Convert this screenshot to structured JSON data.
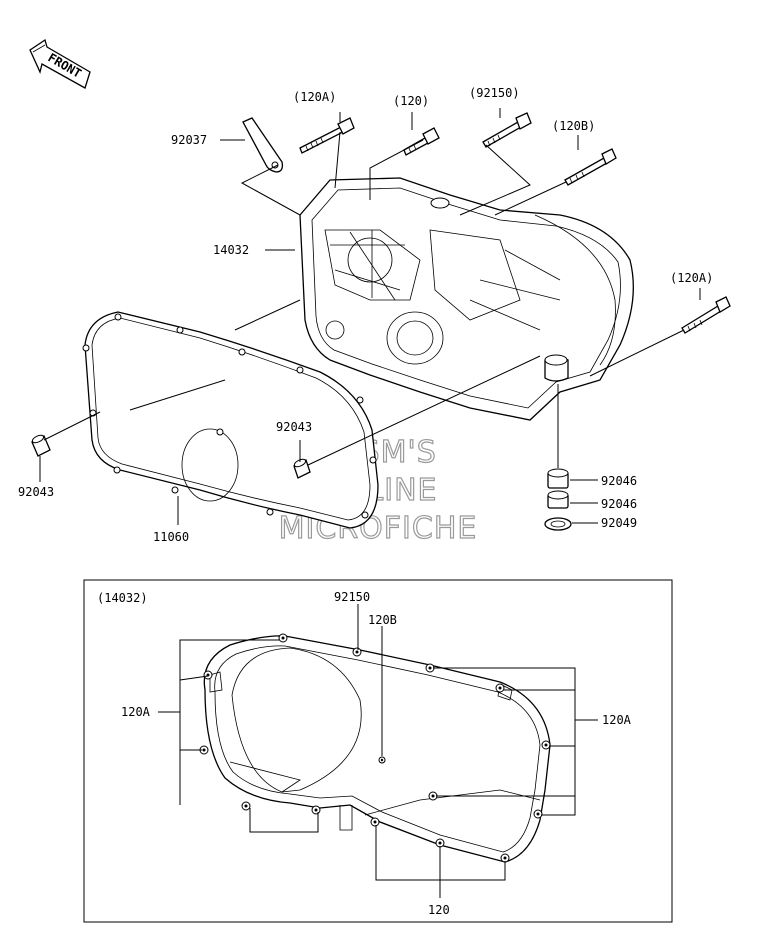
{
  "front_label": "FRONT",
  "labels": {
    "l_92037": "92037",
    "l_120A_top": "(120A)",
    "l_120_top": "(120)",
    "l_92150_top": "(92150)",
    "l_120B_top": "(120B)",
    "l_14032": "14032",
    "l_120A_right": "(120A)",
    "l_92043_mid": "92043",
    "l_92043_left": "92043",
    "l_11060": "11060",
    "l_92046_a": "92046",
    "l_92046_b": "92046",
    "l_92049": "92049"
  },
  "inset": {
    "title": "(14032)",
    "l_92150": "92150",
    "l_120B": "120B",
    "l_120A_left": "120A",
    "l_120A_right": "120A",
    "l_120_bottom": "120"
  },
  "watermark": [
    "HLSM'S",
    "ONLINE",
    "MICROFICHE"
  ]
}
